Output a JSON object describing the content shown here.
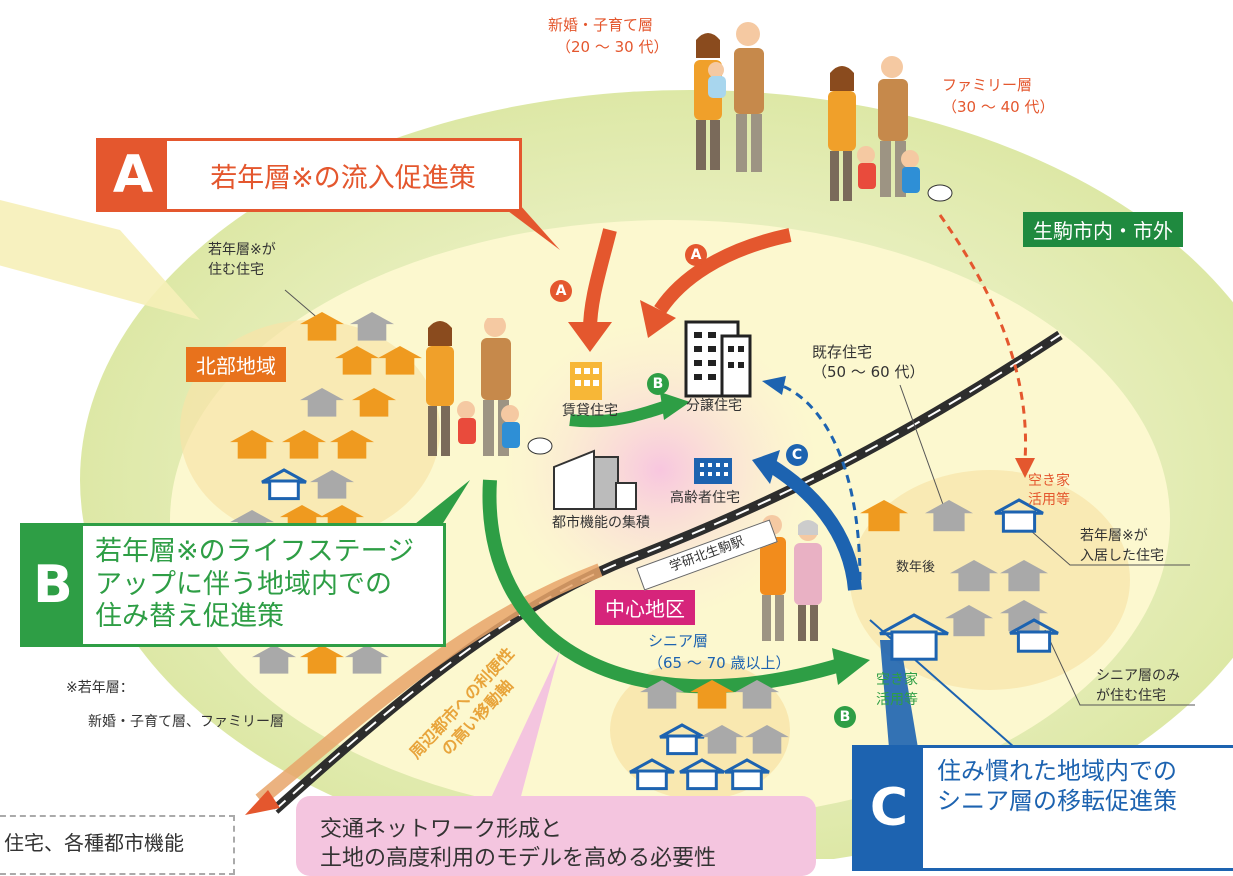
{
  "callouts": {
    "a": {
      "letter": "A",
      "text": "若年層※の流入促進策"
    },
    "b": {
      "letter": "B",
      "text": "若年層※のライフステージ\nアップに伴う地域内での\n住み替え促進策"
    },
    "c": {
      "letter": "C",
      "text": "住み慣れた地域内での\nシニア層の移転促進策"
    }
  },
  "groups": {
    "newlywed": {
      "label": "新婚・子育て層",
      "age": "（20 ～ 30 代）"
    },
    "family": {
      "label": "ファミリー層",
      "age": "（30 ～ 40 代）"
    },
    "existing": {
      "label": "既存住宅",
      "age": "（50 ～ 60 代）"
    },
    "senior": {
      "label": "シニア層",
      "age": "（65 ～ 70 歳以上）"
    }
  },
  "areas": {
    "outside": "生駒市内・市外",
    "north": "北部地域",
    "center": "中心地区"
  },
  "labels": {
    "young_home_line1": "若年層※が",
    "young_home_line2": "住む住宅",
    "rental": "賃貸住宅",
    "condo": "分譲住宅",
    "urban": "都市機能の集積",
    "elderly_home": "高齢者住宅",
    "station": "学研北生駒駅",
    "years_later": "数年後",
    "vacant_top_line1": "空き家",
    "vacant_top_line2": "活用等",
    "vacant_bottom_line1": "空き家",
    "vacant_bottom_line2": "活用等",
    "young_moved_line1": "若年層※が",
    "young_moved_line2": "入居した住宅",
    "senior_only_line1": "シニア層のみ",
    "senior_only_line2": "が住む住宅",
    "axis": "周辺都市への利便性\nの高い移動軸"
  },
  "footnote": {
    "title": "※若年層：",
    "body": "新婚・子育て層、ファミリー層"
  },
  "bottom": {
    "pink_note": "交通ネットワーク形成と\n土地の高度利用のモデルを高める必要性",
    "dash_note": "住宅、各種都市機能"
  },
  "badges": {
    "a1": "A",
    "a2": "A",
    "b1": "B",
    "b2": "B",
    "c1": "C"
  },
  "colors": {
    "orange": "#e4572e",
    "green": "#2e9e45",
    "blue": "#1d63b0",
    "house_orange": "#ef9a1f",
    "house_gray": "#a9a9a9",
    "outer_ellipse": "#e6eeb9",
    "inner_area": "#fcf6c4",
    "center_pink": "#f7c9e0",
    "area_tag_orange": "#e8721c",
    "area_tag_green": "#1f8a3f",
    "center_tag": "#d6247b"
  },
  "icons": [
    "house-icon",
    "building-icon",
    "family-icon",
    "senior-couple-icon",
    "dog-icon",
    "rail-line"
  ]
}
